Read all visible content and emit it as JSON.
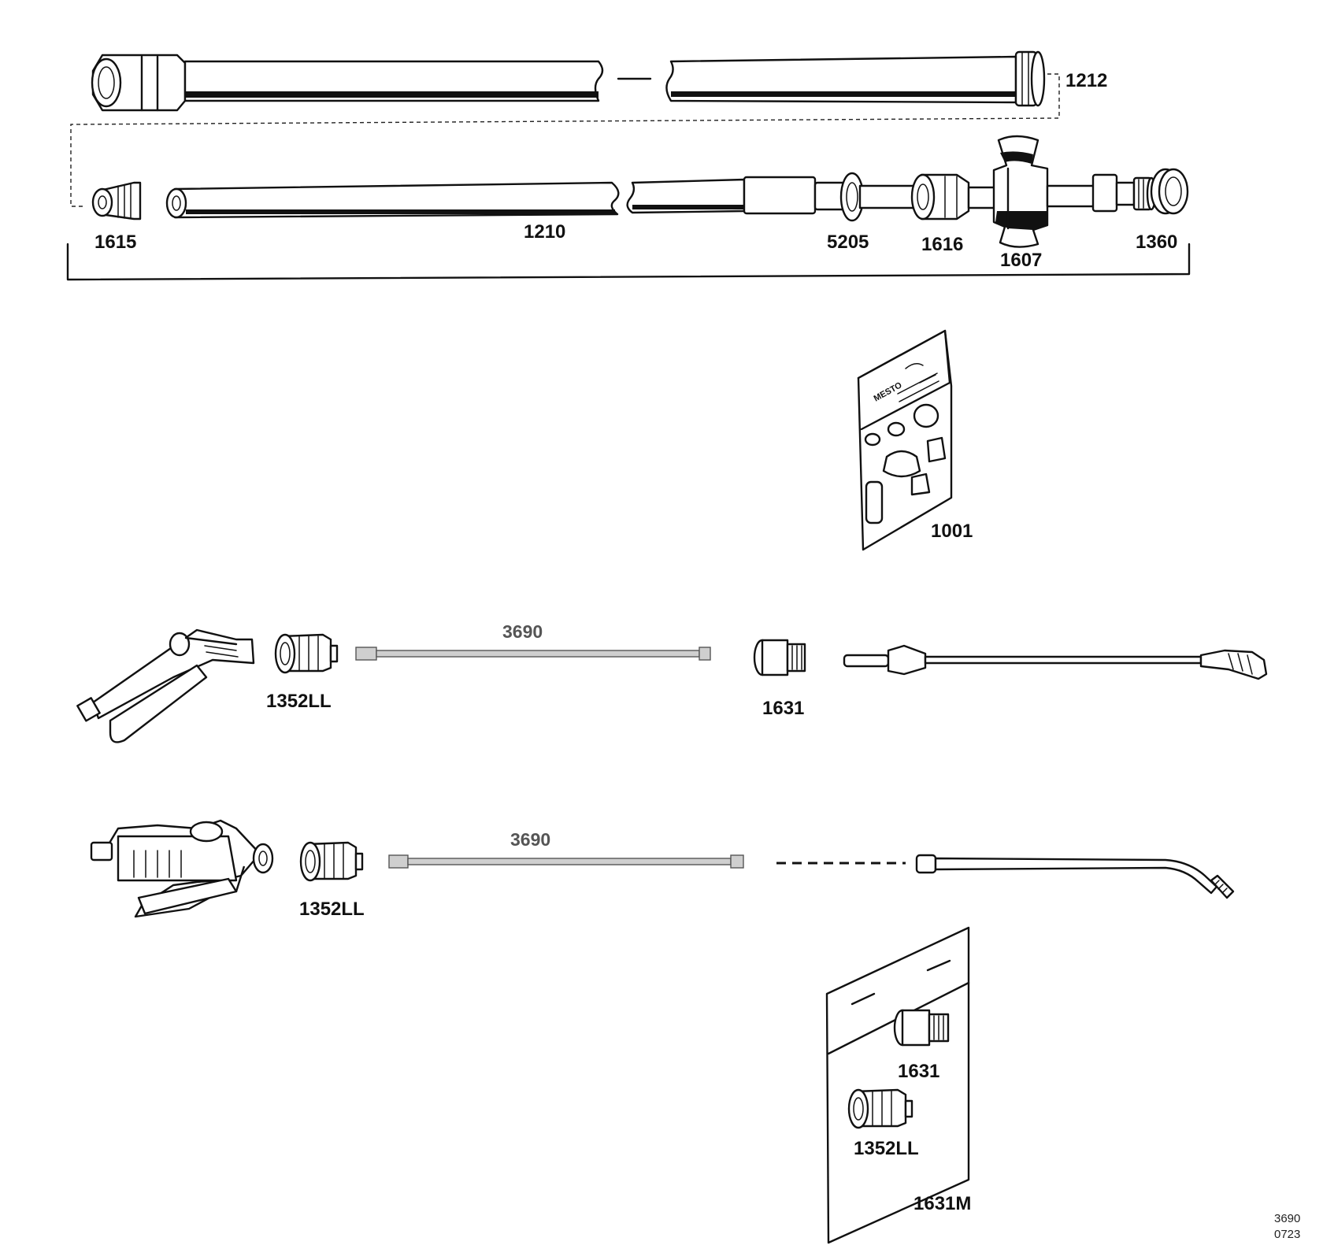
{
  "labels": {
    "p1212": "1212",
    "p1615": "1615",
    "p1210": "1210",
    "p5205": "5205",
    "p1616": "1616",
    "p1607": "1607",
    "p1360": "1360",
    "p1001": "1001",
    "p1352LL_a": "1352LL",
    "p3690_a": "3690",
    "p1631_a": "1631",
    "p1352LL_b": "1352LL",
    "p3690_b": "3690",
    "p1631_b": "1631",
    "p1352LL_c": "1352LL",
    "p1631M": "1631M"
  },
  "blister_brand": "MESTO",
  "doc_code": [
    "3690",
    "0723"
  ],
  "colors": {
    "line": "#111111",
    "length_label": "#555555",
    "background": "#ffffff"
  }
}
